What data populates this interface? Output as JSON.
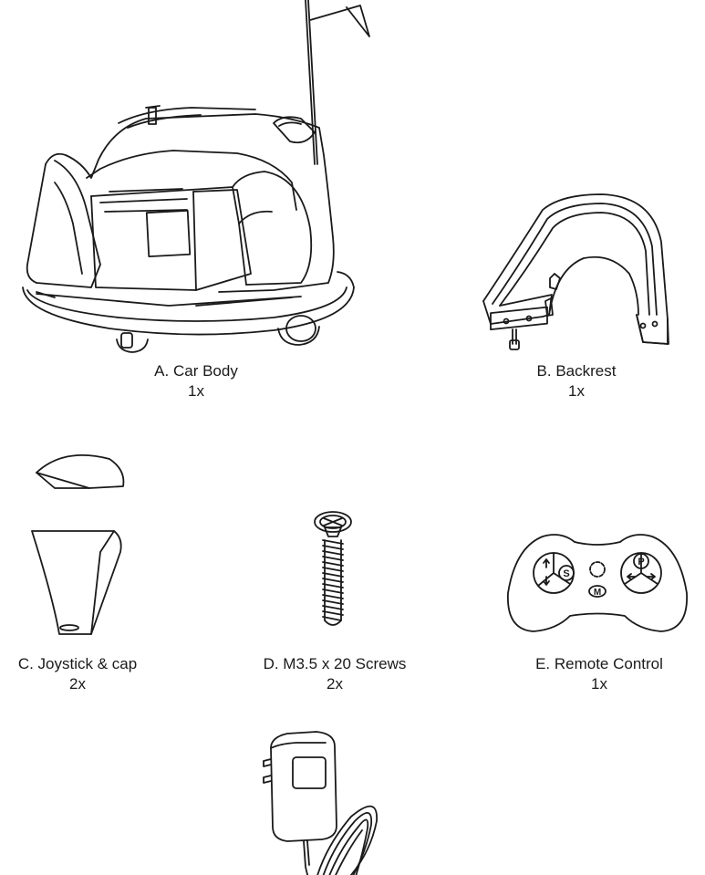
{
  "parts": [
    {
      "id": "A",
      "label": "A. Car Body",
      "qty": "1x"
    },
    {
      "id": "B",
      "label": "B. Backrest",
      "qty": "1x"
    },
    {
      "id": "C",
      "label": "C. Joystick & cap",
      "qty": "2x"
    },
    {
      "id": "D",
      "label": "D. M3.5 x 20 Screws",
      "qty": "2x"
    },
    {
      "id": "E",
      "label": "E. Remote Control",
      "qty": "1x"
    }
  ],
  "remote": {
    "button_s": "S",
    "button_p": "P",
    "button_m": "M"
  },
  "colors": {
    "line": "#1a1a1a",
    "background": "#ffffff"
  },
  "icons": [
    "car-body-illustration",
    "backrest-illustration",
    "joystick-and-cap-illustration",
    "screw-illustration",
    "remote-control-illustration",
    "power-adapter-illustration"
  ]
}
